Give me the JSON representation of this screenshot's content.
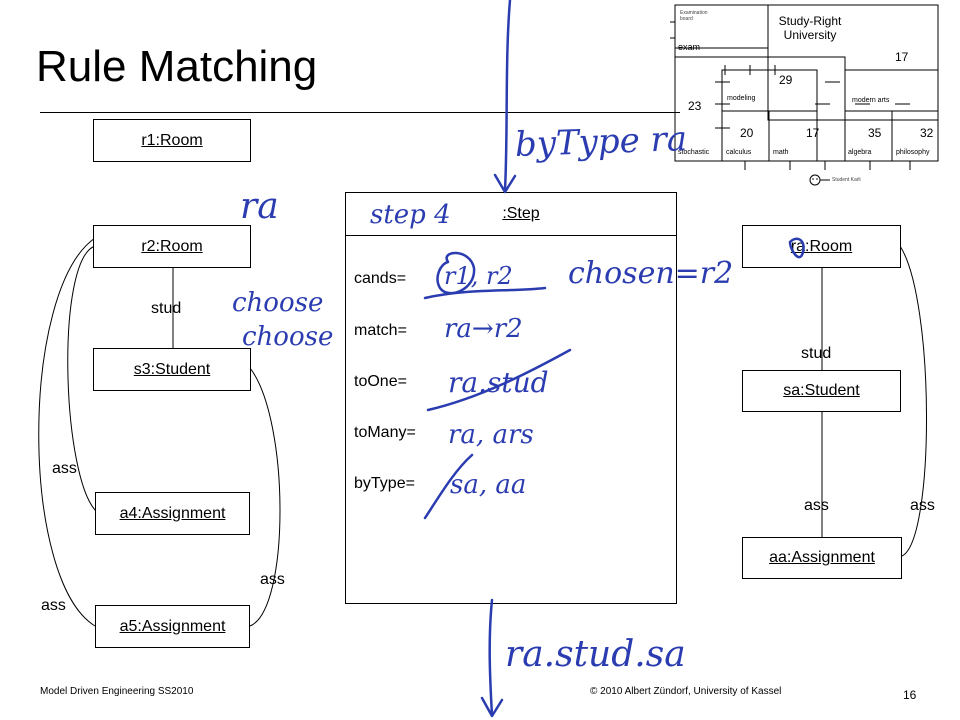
{
  "slide": {
    "title": "Rule Matching",
    "page_number": "16",
    "footer_left": "Model Driven Engineering SS2010",
    "footer_right": "© 2010 Albert Zündorf, University of Kassel"
  },
  "objects": {
    "r1": "r1:Room",
    "r2": "r2:Room",
    "s3": "s3:Student",
    "a4": "a4:Assignment",
    "a5": "a5:Assignment",
    "step": ":Step",
    "ra": "ra:Room",
    "sa": "sa:Student",
    "aa": "aa:Assignment"
  },
  "links": {
    "stud_left": "stud",
    "ass_left_upper": "ass",
    "ass_left_lower": "ass",
    "ass_right_of_a5": "ass",
    "stud_right": "stud",
    "ass_sa_aa": "ass",
    "ass_ra_aa": "ass"
  },
  "step_attributes": {
    "cands": "cands=",
    "match": "match=",
    "toOne": "toOne=",
    "toMany": "toMany=",
    "byType": "byType="
  },
  "thumbnail": {
    "examination_board": "Examination board",
    "exam": "exam",
    "university": "Study-Right University",
    "n17_top": "17",
    "n29": "29",
    "n23": "23",
    "modeling": "modeling",
    "modern_arts": "modern arts",
    "n20": "20",
    "n17_math": "17",
    "n35": "35",
    "n32": "32",
    "stochastic": "stochastic",
    "calculus": "calculus",
    "math": "math",
    "algebra": "algebra",
    "philosophy": "philosophy",
    "student_karli": "Student Karli"
  },
  "annotations": {
    "byType_note": "byType ra",
    "ra_note": "ra",
    "step_note": "step 4",
    "choose_note_1": "choose",
    "choose_note_2": "choose",
    "cands_value": "r1, r2",
    "chosen_note": "chosen=r2",
    "match_value": "ra→r2",
    "toOne_value": "ra.stud",
    "toMany_value": "ra, ars",
    "byType_value": "sa, aa",
    "result_note": "ra.stud.sa",
    "ink_color": "#2a3cb0"
  }
}
